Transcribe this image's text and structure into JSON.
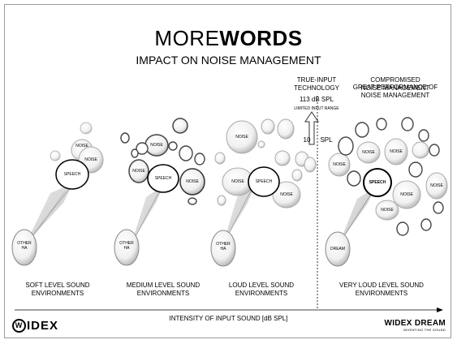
{
  "title": {
    "light": "MORE",
    "bold": "WORDS"
  },
  "subtitle": "IMPACT ON NOISE MANAGEMENT",
  "annotations": {
    "true_input_line1": "TRUE-INPUT",
    "true_input_line2": "TECHNOLOGY",
    "spl_113": "113 dB SPL",
    "limited_input": "LIMITED INPUT RANGE",
    "spl_10x": "10",
    "spl_suffix": "SPL",
    "compromised_line1": "COMPROMISED",
    "compromised_line2": "NOISE MANAGEMENT",
    "great_line1": "GREAT PERFORMANCE OF",
    "great_line2": "NOISE MANAGEMENT"
  },
  "bubbles": {
    "noise": "NOISE",
    "speech": "SPEECH",
    "other_ha_line1": "OTHER",
    "other_ha_line2": "HA",
    "dream": "DREAM"
  },
  "panels": [
    {
      "label_line1": "SOFT LEVEL SOUND",
      "label_line2": "ENVIRONMENTS"
    },
    {
      "label_line1": "MEDIUM LEVEL SOUND",
      "label_line2": "ENVIRONMENTS"
    },
    {
      "label_line1": "LOUD LEVEL SOUND",
      "label_line2": "ENVIRONMENTS"
    },
    {
      "label_line1": "VERY LOUD LEVEL SOUND",
      "label_line2": "ENVIRONMENTS"
    }
  ],
  "axis_label": "INTENSITY OF INPUT SOUND [dB SPL]",
  "logos": {
    "widex_letter": "W",
    "widex": "IDEX",
    "dream": "WIDEX DREAM",
    "dream_tag": "INVENTING THE SOUND"
  }
}
